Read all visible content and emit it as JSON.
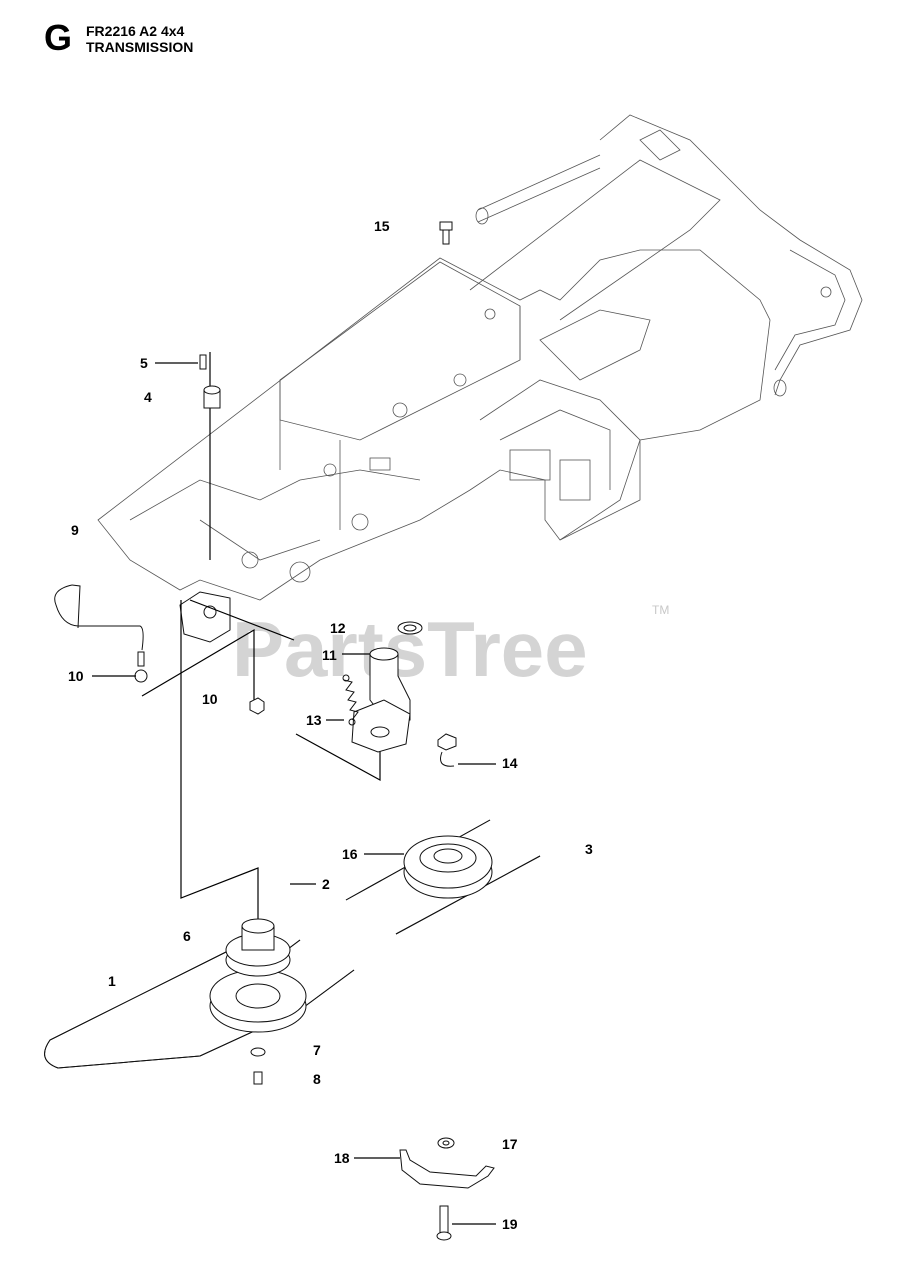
{
  "header": {
    "section_letter": "G",
    "model": "FR2216 A2 4x4",
    "title": "TRANSMISSION"
  },
  "watermark": {
    "text": "PartsTree",
    "trademark": "TM"
  },
  "callouts": [
    {
      "id": "c15",
      "label": "15"
    },
    {
      "id": "c5",
      "label": "5"
    },
    {
      "id": "c4",
      "label": "4"
    },
    {
      "id": "c9",
      "label": "9"
    },
    {
      "id": "c12",
      "label": "12"
    },
    {
      "id": "c11",
      "label": "11"
    },
    {
      "id": "c10a",
      "label": "10"
    },
    {
      "id": "c10b",
      "label": "10"
    },
    {
      "id": "c13",
      "label": "13"
    },
    {
      "id": "c14",
      "label": "14"
    },
    {
      "id": "c16",
      "label": "16"
    },
    {
      "id": "c3",
      "label": "3"
    },
    {
      "id": "c2",
      "label": "2"
    },
    {
      "id": "c6",
      "label": "6"
    },
    {
      "id": "c1",
      "label": "1"
    },
    {
      "id": "c7",
      "label": "7"
    },
    {
      "id": "c8",
      "label": "8"
    },
    {
      "id": "c17",
      "label": "17"
    },
    {
      "id": "c18",
      "label": "18"
    },
    {
      "id": "c19",
      "label": "19"
    }
  ],
  "icons": {
    "chassis": "tractor-frame-drawing",
    "belt": "drive-belt-drawing",
    "pulley": "pulley-drawing"
  }
}
